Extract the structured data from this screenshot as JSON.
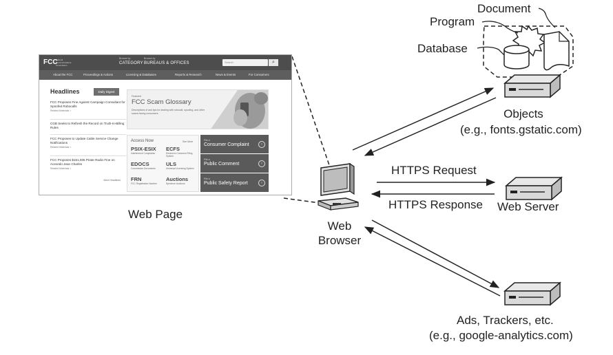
{
  "diagram": {
    "web_page_label": "Web Page",
    "web_browser_label": "Web\nBrowser",
    "objects_label": "Objects",
    "objects_example": "(e.g., fonts.gstatic.com)",
    "document_label": "Document",
    "program_label": "Program",
    "database_label": "Database",
    "https_request": "HTTPS Request",
    "https_response": "HTTPS Response",
    "web_server_label": "Web Server",
    "ads_label": "Ads, Trackers, etc.",
    "ads_example": "(e.g., google-analytics.com)"
  },
  "webpage": {
    "logo": "FCC",
    "logo_text": "Federal Communications Commission",
    "browse_category_key": "Browse by",
    "browse_category": "CATEGORY",
    "browse_bureaus_key": "Browse by",
    "browse_bureaus": "BUREAUS & OFFICES",
    "search_placeholder": "Search",
    "nav": [
      "About the FCC",
      "Proceedings & Actions",
      "Licensing & Databases",
      "Reports & Research",
      "News & Events",
      "For Consumers"
    ],
    "headlines_title": "Headlines",
    "daily_digest": "Daily Digest",
    "news": [
      {
        "title": "FCC Proposes Fine Against Campaign Consultant for Spoofed Robocalls",
        "related": "Related Materials >"
      },
      {
        "title": "CGB Seeks to Refresh the Record on Truth-In-Billing Rules",
        "related": ""
      },
      {
        "title": "FCC Proposes to Update Cable Service Change Notifications",
        "related": "Related Materials >"
      },
      {
        "title": "FCC Proposes $151,005 Pirate Radio Fine on Acevedo Jean Charles",
        "related": "Related Materials >"
      }
    ],
    "more_headlines": "More Headlines",
    "featured_key": "Featured",
    "featured_title": "FCC Scam Glossary",
    "featured_desc": "Descriptions of and tips for dealing with robocall, spoofing, and other scams facing consumers.",
    "access_now": "Access Now",
    "see_more": "See More",
    "access_items": [
      {
        "name": "PSIX-ESIX",
        "desc": "Interference Complaints"
      },
      {
        "name": "ECFS",
        "desc": "Electronic Comment Filing System"
      },
      {
        "name": "EDOCS",
        "desc": "Commission Documents"
      },
      {
        "name": "ULS",
        "desc": "Universal Licensing System"
      },
      {
        "name": "FRN",
        "desc": "FCC Registration Number"
      },
      {
        "name": "Auctions",
        "desc": "Spectrum Auctions"
      }
    ],
    "file_key": "File a",
    "file_items": [
      "Consumer Complaint",
      "Public Comment",
      "Public Safety Report"
    ]
  }
}
